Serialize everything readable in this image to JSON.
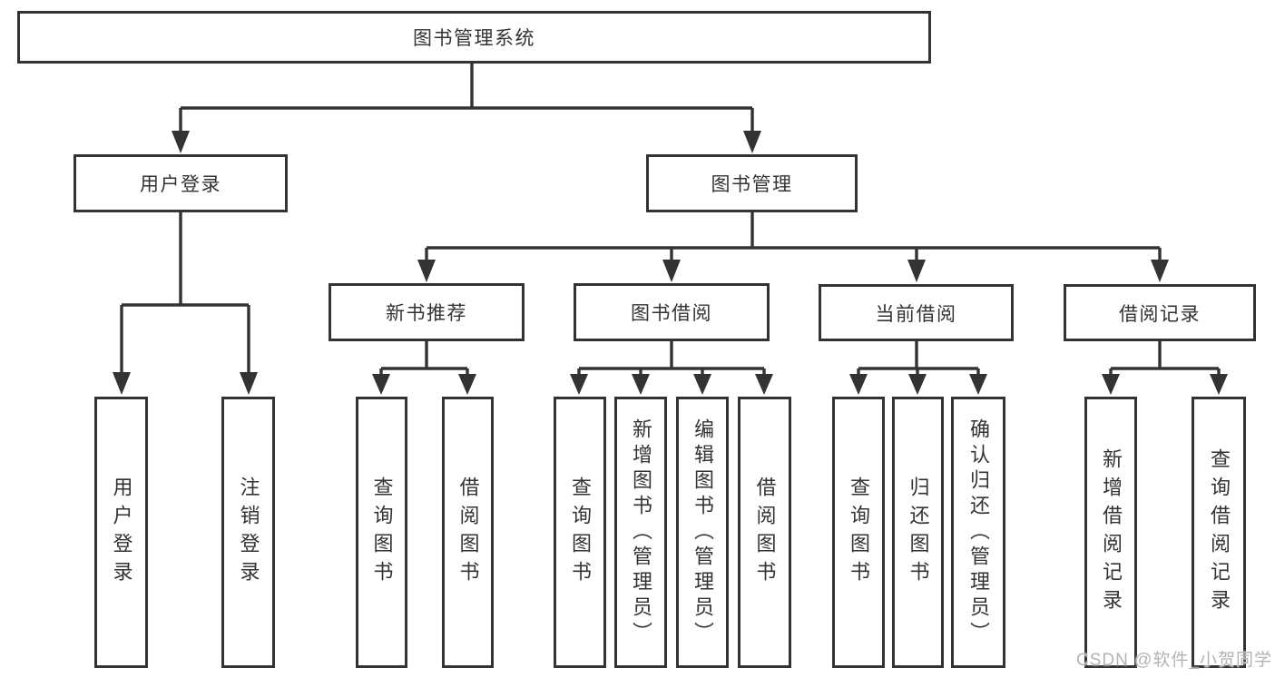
{
  "diagram": {
    "type": "tree",
    "colors": {
      "line": "#333333",
      "box_border": "#333333",
      "text": "#333333",
      "background": "#ffffff",
      "watermark": "#b3b3b3"
    },
    "root": {
      "label": "图书管理系统"
    },
    "branches": [
      {
        "label": "用户登录",
        "children": [
          {
            "label": "用户登录"
          },
          {
            "label": "注销登录"
          }
        ]
      },
      {
        "label": "图书管理",
        "sections": [
          {
            "label": "新书推荐",
            "children": [
              {
                "label": "查询图书"
              },
              {
                "label": "借阅图书"
              }
            ]
          },
          {
            "label": "图书借阅",
            "children": [
              {
                "label": "查询图书"
              },
              {
                "label": "新增图书（管理员）"
              },
              {
                "label": "编辑图书（管理员）"
              },
              {
                "label": "借阅图书"
              }
            ]
          },
          {
            "label": "当前借阅",
            "children": [
              {
                "label": "查询图书"
              },
              {
                "label": "归还图书"
              },
              {
                "label": "确认归还（管理员）"
              }
            ]
          },
          {
            "label": "借阅记录",
            "children": [
              {
                "label": "新增借阅记录"
              },
              {
                "label": "查询借阅记录"
              }
            ]
          }
        ]
      }
    ],
    "watermark": "CSDN @软件_小贺同学"
  }
}
